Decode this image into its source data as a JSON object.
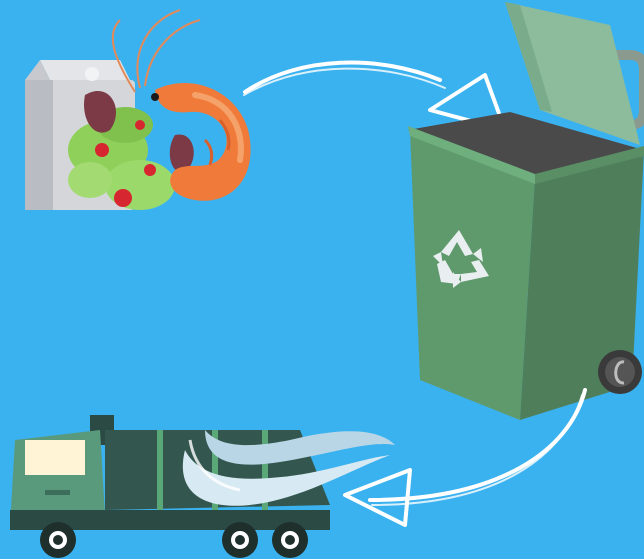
{
  "scene": {
    "background_color": "#3bb2f0",
    "steps": [
      {
        "name": "food-waste",
        "icons": [
          "milk-carton-icon",
          "salad-leaves-icon",
          "shrimp-icon"
        ]
      },
      {
        "name": "recycling-bin",
        "icons": [
          "wheelie-bin-icon",
          "recycle-symbol-icon"
        ]
      },
      {
        "name": "garbage-truck",
        "icons": [
          "garbage-truck-icon",
          "wind-swoosh-icon"
        ]
      }
    ],
    "arrows": [
      "arrow-food-to-bin",
      "arrow-bin-to-truck"
    ],
    "colors": {
      "bin_green": "#5f9a6c",
      "bin_dark": "#4f7f5a",
      "lid_light": "#8cbc9c",
      "truck_dark": "#33574f",
      "truck_cab": "#5a9a7c",
      "shrimp_orange": "#f07a3a",
      "leaf_green": "#8fd05a",
      "arrow_white": "#ffffff"
    }
  }
}
